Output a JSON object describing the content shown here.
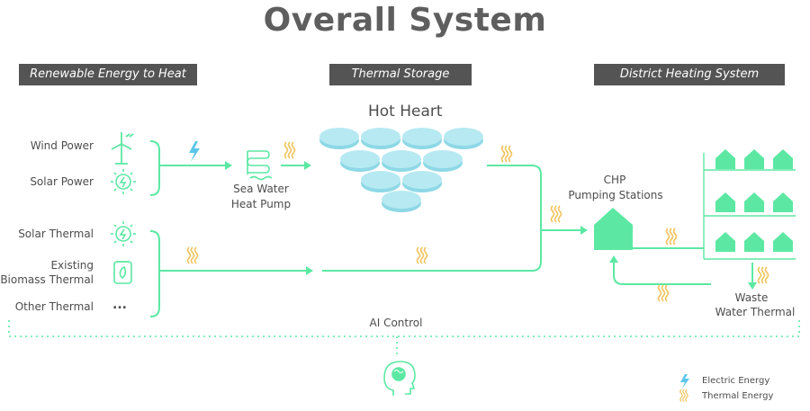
{
  "title": "Overall System",
  "sections": {
    "renewable": "Renewable Energy to Heat",
    "storage": "Thermal Storage",
    "district": "District Heating System"
  },
  "sources": {
    "wind": "Wind Power",
    "solar": "Solar Power",
    "solar_thermal": "Solar Thermal",
    "biomass_line1": "Existing",
    "biomass_line2": "Biomass Thermal",
    "other": "Other Thermal",
    "ellipsis": "..."
  },
  "pump": {
    "line1": "Sea Water",
    "line2": "Heat Pump"
  },
  "hot_heart": "Hot Heart",
  "chp": {
    "line1": "CHP",
    "line2": "Pumping Stations"
  },
  "waste": {
    "line1": "Waste",
    "line2": "Water Thermal"
  },
  "ai_control": "AI Control",
  "legend": {
    "electric": "Electric Energy",
    "thermal": "Thermal Energy"
  },
  "colors": {
    "accent": "#5ce8a3",
    "electric": "#5cc6ea",
    "thermal": "#f0c35a",
    "tank": "#a8e4ef",
    "label_bg": "#545454"
  }
}
